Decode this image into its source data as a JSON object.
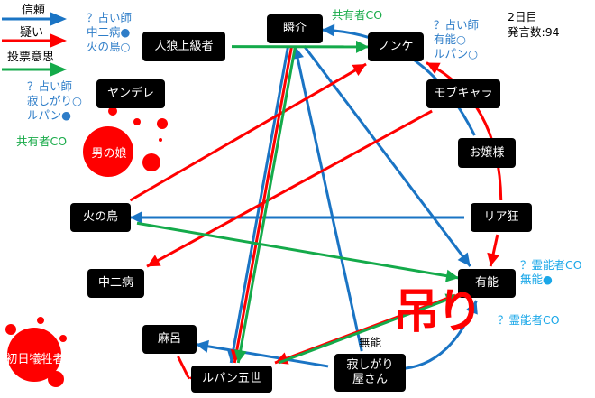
{
  "legend": {
    "trust": "信頼",
    "doubt": "疑い",
    "vote": "投票意思"
  },
  "info": {
    "day": "2日目",
    "speech_count": "発言数:94"
  },
  "colors": {
    "trust": "#1a74c4",
    "doubt": "#ff0000",
    "vote": "#14aa4a"
  },
  "nodes": {
    "jinro": "人狼上級者",
    "yandere": "ヤンデレ",
    "otokonoko": "男の娘",
    "shunsuke": "瞬介",
    "nonke": "ノンケ",
    "mob": "モブキャラ",
    "ojou": "お嬢様",
    "hinotori": "火の鳥",
    "riakyo": "リア狂",
    "chuuni": "中二病",
    "yuunou": "有能",
    "maro": "麻呂",
    "lupin": "ルパン五世",
    "sabishi": "寂しがり\n屋さん",
    "shonichi": "初日犠牲者"
  },
  "notes": {
    "jinro": "？占い師\n中二病●\n火の鳥○",
    "yandere": "？占い師\n寂しがり○\nルパン●",
    "yandere_co": "共有者CO",
    "shunsuke_co": "共有者CO",
    "nonke": "？占い師\n有能○\nルパン○",
    "yuunou": "？霊能者CO\n無能●",
    "hang_co": "？霊能者CO",
    "munou": "無能"
  },
  "hang_label": "吊り",
  "edges": [
    {
      "from": "shunsuke",
      "to": "yuunou",
      "type": "trust"
    },
    {
      "from": "ojou",
      "to": "shunsuke",
      "type": "trust",
      "curve": true
    },
    {
      "from": "riakyo",
      "to": "hinotori",
      "type": "trust"
    },
    {
      "from": "sabishi",
      "to": "shunsuke",
      "type": "trust"
    },
    {
      "from": "sabishi",
      "to": "yuunou",
      "type": "trust",
      "curve": true
    },
    {
      "from": "sabishi",
      "to": "maro",
      "type": "trust"
    },
    {
      "from": "shunsuke",
      "to": "lupin",
      "type": "trust"
    },
    {
      "from": "hinotori",
      "to": "nonke",
      "type": "doubt"
    },
    {
      "from": "mob",
      "to": "chuuni",
      "type": "doubt"
    },
    {
      "from": "riakyo",
      "to": "nonke",
      "type": "doubt",
      "curve": true
    },
    {
      "from": "riakyo",
      "to": "yuunou",
      "type": "doubt"
    },
    {
      "from": "yuunou",
      "to": "lupin",
      "type": "doubt"
    },
    {
      "from": "shunsuke",
      "to": "lupin",
      "type": "doubt"
    },
    {
      "from": "maro",
      "to": "lupin",
      "type": "doubt",
      "curve": true
    },
    {
      "from": "jinro",
      "to": "nonke",
      "type": "vote"
    },
    {
      "from": "hinotori",
      "to": "yuunou",
      "type": "vote"
    },
    {
      "from": "lupin",
      "to": "yuunou",
      "type": "vote"
    },
    {
      "from": "shunsuke",
      "to": "lupin",
      "type": "vote"
    }
  ]
}
